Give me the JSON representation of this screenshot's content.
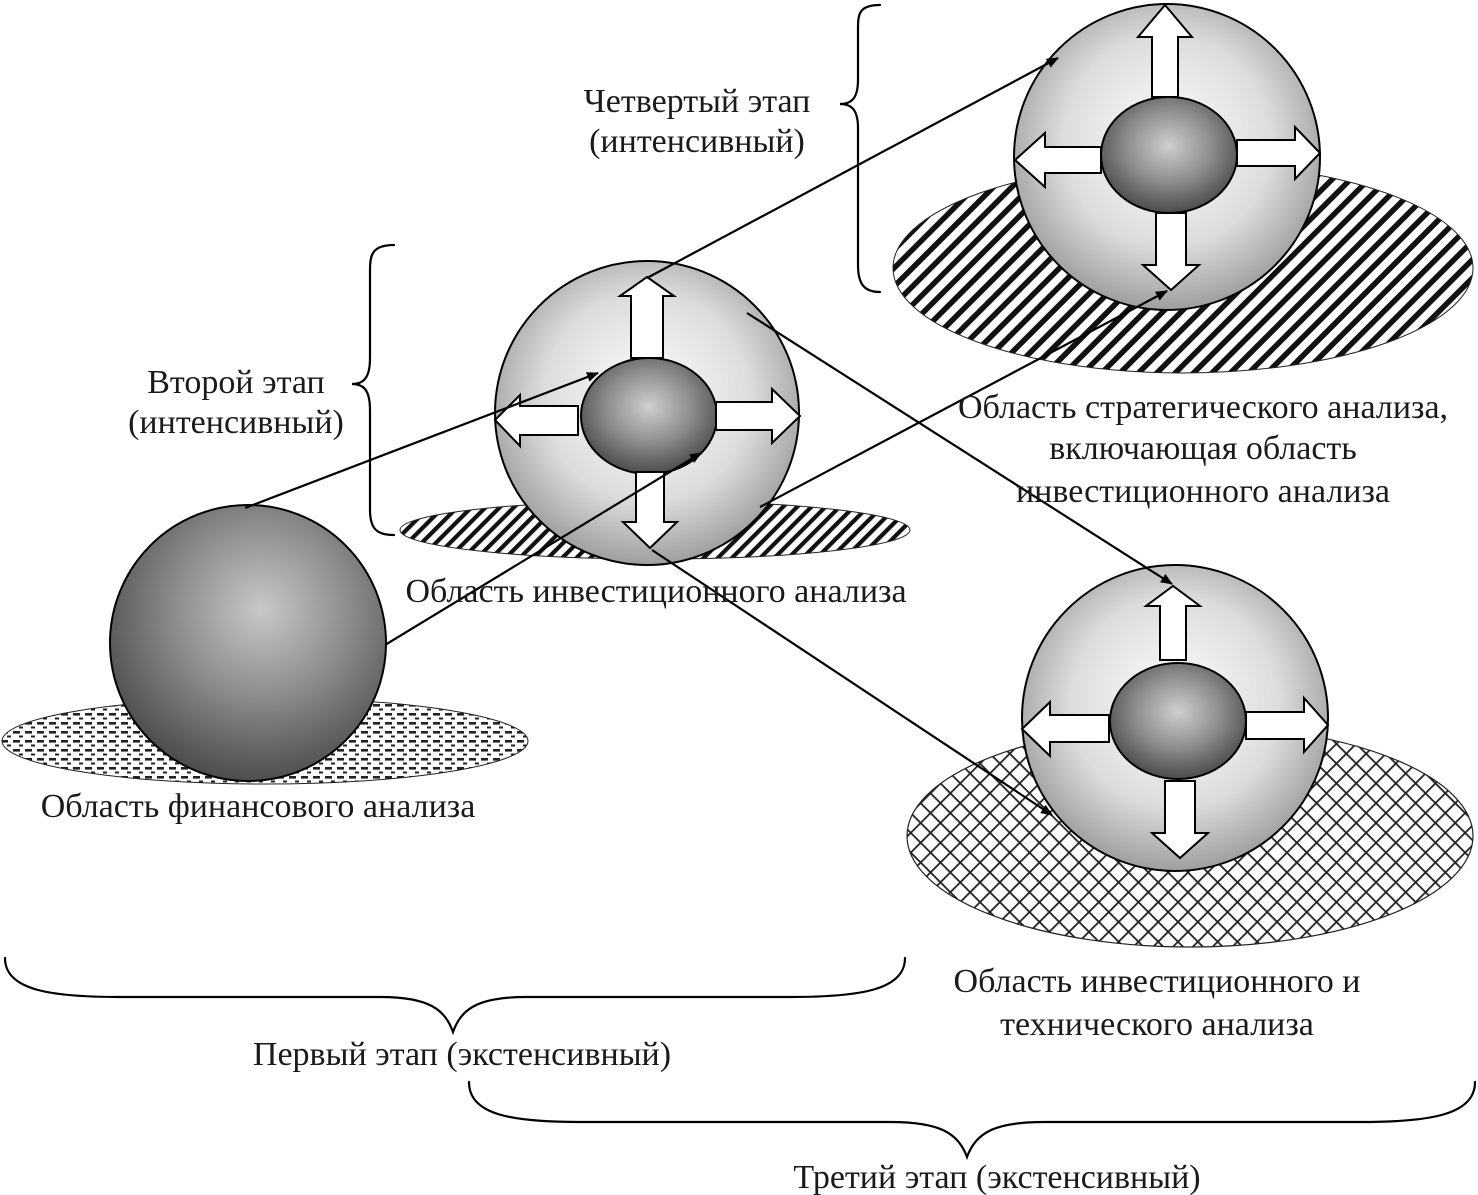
{
  "labels": {
    "stage4": [
      "Четвертый этап",
      "(интенсивный)"
    ],
    "stage2": [
      "Второй этап",
      "(интенсивный)"
    ],
    "strategic_area": [
      "Область стратегического анализа,",
      "включающая область",
      "инвестиционного анализа"
    ],
    "investment_area": "Область инвестиционного анализа",
    "financial_area": "Область финансового анализа",
    "invest_tech_area": [
      "Область инвестиционного и",
      "технического анализа"
    ],
    "stage1": "Первый этап (экстенсивный)",
    "stage3": "Третий этап (экстенсивный)"
  }
}
